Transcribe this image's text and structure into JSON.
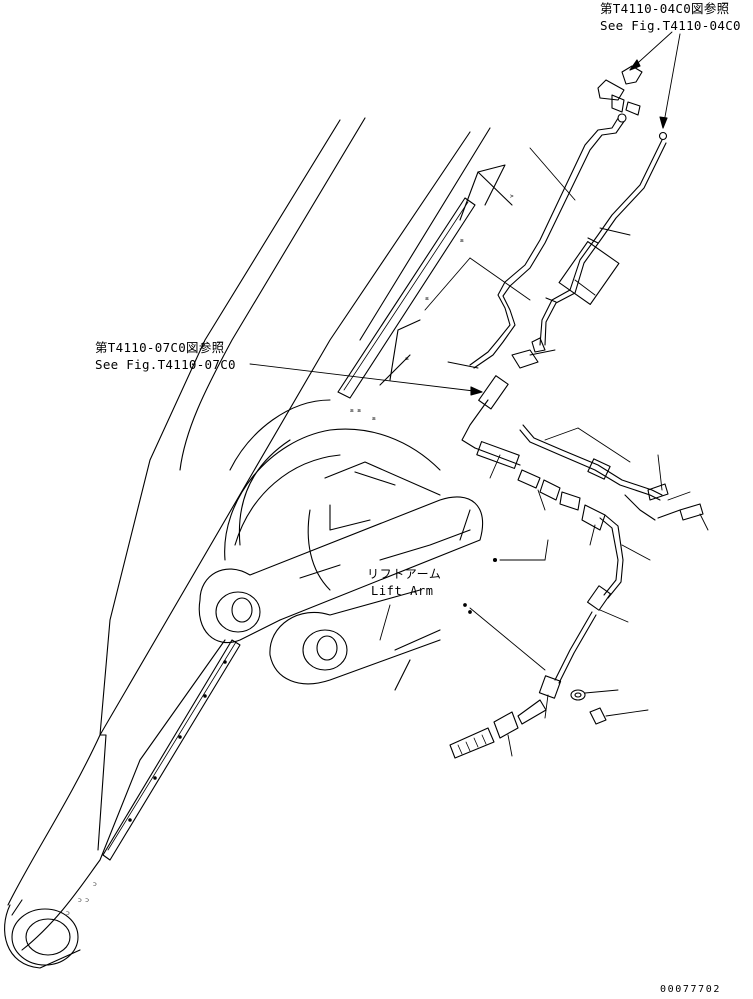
{
  "references": {
    "top_right_jp": "第T4110-04C0図参照",
    "top_right_en": "See Fig.T4110-04C0",
    "left_jp": "第T4110-07C0図参照",
    "left_en": "See Fig.T4110-07C0"
  },
  "part_label": {
    "jp": "リフトアーム",
    "en": "Lift Arm"
  },
  "document_number": "00077702"
}
